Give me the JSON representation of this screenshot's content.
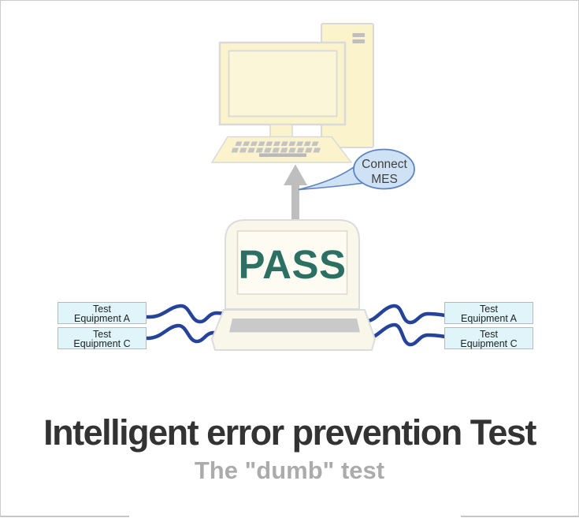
{
  "illustration": {
    "bubble": {
      "line1": "Connect",
      "line2": "MES"
    },
    "laptop": {
      "screen_text": "PASS"
    },
    "equipment_boxes": {
      "left": [
        {
          "line1": "Test",
          "line2": "Equipment A"
        },
        {
          "line1": "Test",
          "line2": "Equipment C"
        }
      ],
      "right": [
        {
          "line1": "Test",
          "line2": "Equipment A"
        },
        {
          "line1": "Test",
          "line2": "Equipment C"
        }
      ]
    },
    "icons": {
      "desktop": "desktop-computer-icon",
      "laptop": "laptop-icon",
      "arrow": "up-arrow-icon",
      "bubble": "speech-bubble-icon",
      "cable": "cable-icon"
    }
  },
  "caption": {
    "title": "Intelligent error prevention Test",
    "subtitle": "The \"dumb\" test"
  },
  "colors": {
    "cream_fill": "#FBF3CC",
    "cream_screen_fill": "#FCF6D8",
    "ivory_fill": "#F9F6EA",
    "laptop_screen_fill": "#FDFBF2",
    "outline_gray": "#D9D9D9",
    "teal_text": "#2C6F63",
    "cable_blue": "#26439A",
    "bubble_fill": "#CFE2F5",
    "bubble_border": "#5E83C0",
    "equipment_fill": "#DFF5FA",
    "arrow_gray": "#BEBEBE",
    "key_gray": "#C3C3C3",
    "touchpad_gray": "#C9C9C9",
    "title_color": "#333333",
    "subtitle_color": "#ABABAB"
  }
}
